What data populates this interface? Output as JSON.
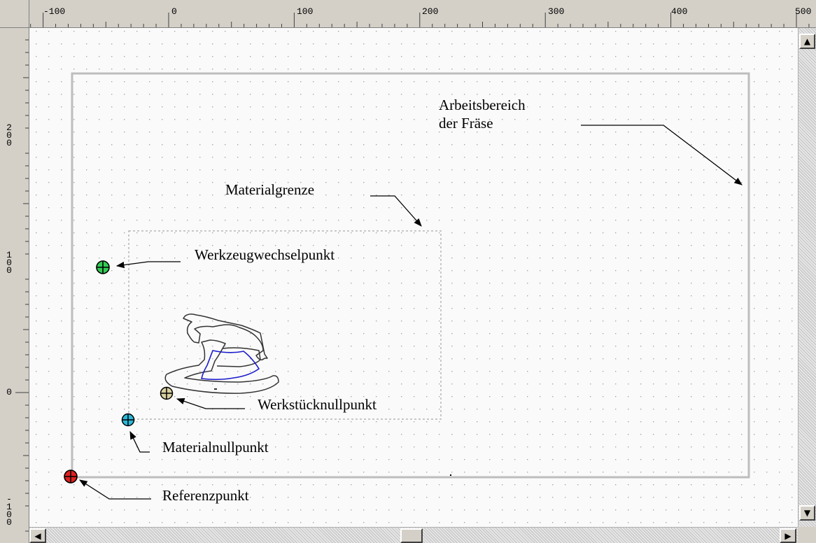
{
  "ruler": {
    "x_labels": [
      "-100",
      "0",
      "100",
      "200",
      "300",
      "400",
      "500"
    ],
    "y_labels": [
      "200",
      "100",
      "0",
      "-100"
    ]
  },
  "annotations": {
    "arbeitsbereich": "Arbeitsbereich\nder Fräse",
    "materialgrenze": "Materialgrenze",
    "werkzeugwechselpunkt": "Werkzeugwechselpunkt",
    "werkstuecknullpunkt": "Werkstücknullpunkt",
    "materialnullpunkt": "Materialnullpunkt",
    "referenzpunkt": "Referenzpunkt"
  },
  "markers": {
    "werkzeugwechselpunkt_color": "#33cc55",
    "werkstuecknullpunkt_color": "#d8d0a0",
    "materialnullpunkt_color": "#2ab8d8",
    "referenzpunkt_color": "#e02020"
  },
  "colors": {
    "workspace_border": "#bdbdbd",
    "material_border": "#b8b8b8",
    "inner_contour": "#1a1acc",
    "grid_dot": "#a8a8a8"
  },
  "scrollbar": {
    "up_icon": "arrow-up-icon",
    "down_icon": "arrow-down-icon",
    "left_icon": "arrow-left-icon",
    "right_icon": "arrow-right-icon"
  }
}
